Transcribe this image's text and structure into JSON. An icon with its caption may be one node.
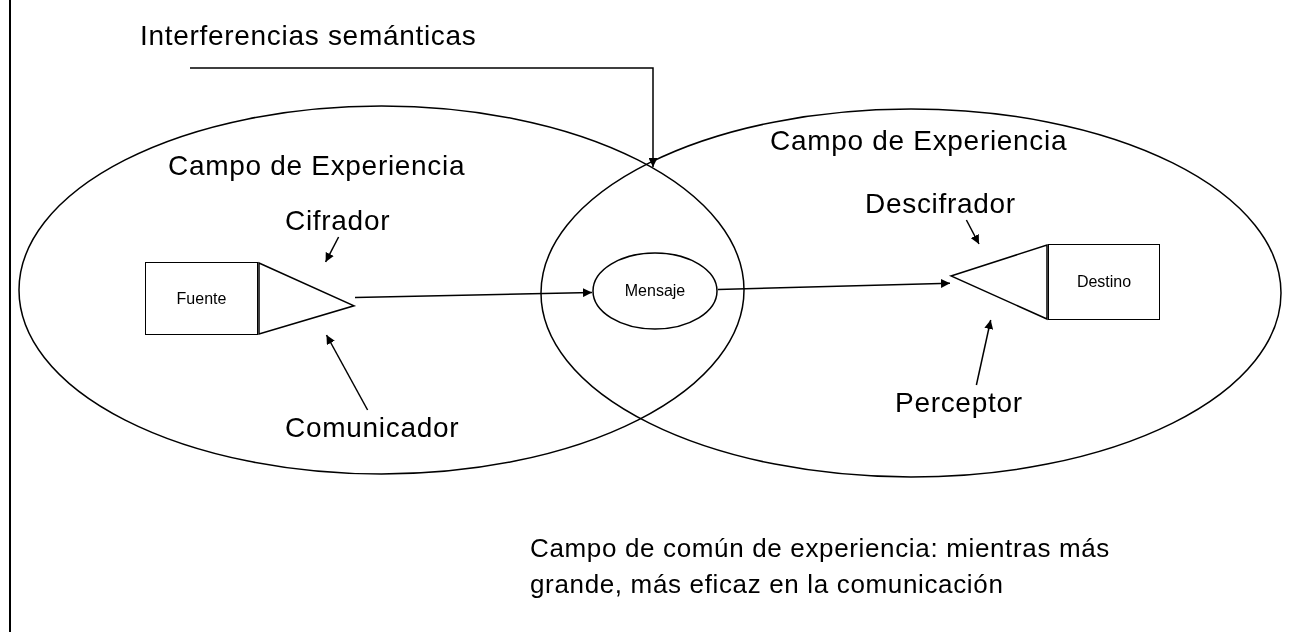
{
  "diagram": {
    "nodes": [
      {
        "text": [
          "Campo de Experiencia"
        ]
      },
      {
        "text": [
          "Campo de Experiencia"
        ]
      },
      {
        "text": [
          "Fuente"
        ],
        "in": 0
      },
      {
        "text": [],
        "shape": "triangle",
        "in": 0
      },
      {
        "text": [
          "Mensaje"
        ]
      },
      {
        "text": [],
        "shape": "triangle",
        "in": 1
      },
      {
        "text": [
          "Destino"
        ],
        "in": 1
      },
      {
        "text": [
          "Interferencias semánticas"
        ]
      },
      {
        "text": [
          "Cifrador"
        ],
        "in": 0
      },
      {
        "text": [
          "Comunicador"
        ],
        "in": 0
      },
      {
        "text": [
          "Descifrador"
        ],
        "in": 1
      },
      {
        "text": [
          "Perceptor"
        ],
        "in": 1
      }
    ],
    "edges": [
      {
        "from": 7,
        "to": 0,
        "arrow": "to"
      },
      {
        "from": 8,
        "to": 3,
        "arrow": "to"
      },
      {
        "from": 9,
        "to": 3,
        "arrow": "to"
      },
      {
        "from": 3,
        "to": 4,
        "arrow": "to"
      },
      {
        "from": 4,
        "to": 5,
        "arrow": "to"
      },
      {
        "from": 10,
        "to": 5,
        "arrow": "to"
      },
      {
        "from": 11,
        "to": 5,
        "arrow": "to"
      }
    ],
    "labels": [
      "Campo de común de experiencia: mientras más grande, más eficaz en la comunicación"
    ]
  }
}
